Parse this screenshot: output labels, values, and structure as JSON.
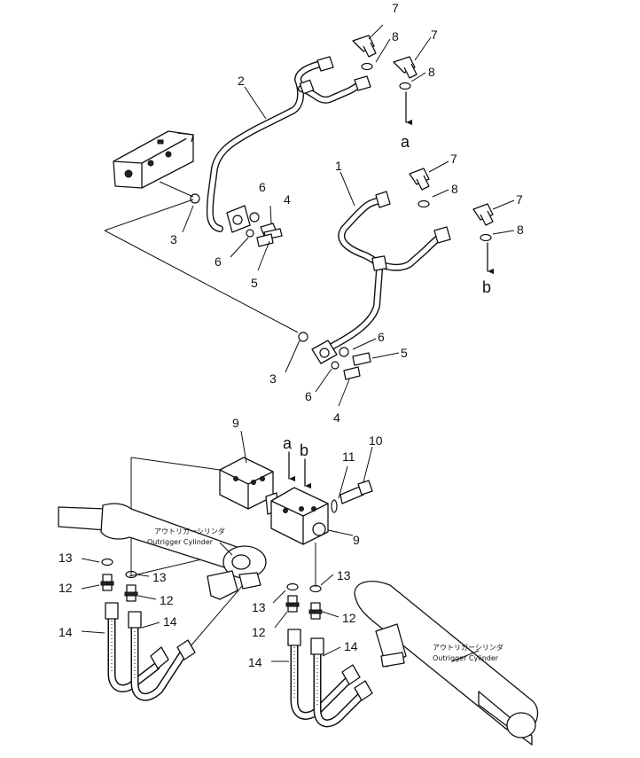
{
  "labels": {
    "p1": "1",
    "p2": "2",
    "p3a": "3",
    "p3b": "3",
    "p4a": "4",
    "p4b": "4",
    "p5a": "5",
    "p5b": "5",
    "p6a": "6",
    "p6b": "6",
    "p6c": "6",
    "p6d": "6",
    "p7a": "7",
    "p7b": "7",
    "p7c": "7",
    "p7d": "7",
    "p8a": "8",
    "p8b": "8",
    "p8c": "8",
    "p8d": "8",
    "p9a": "9",
    "p9b": "9",
    "p10": "10",
    "p11": "11",
    "p12a": "12",
    "p12b": "12",
    "p12c": "12",
    "p12d": "12",
    "p13a": "13",
    "p13b": "13",
    "p13c": "13",
    "p13d": "13",
    "p14a": "14",
    "p14b": "14",
    "p14c": "14",
    "p14d": "14",
    "arrow_a": "a",
    "arrow_b": "b",
    "block_a": "a",
    "block_b": "b"
  },
  "cylinder_left": {
    "jp": "アウトリガーシリンダ",
    "en": "Outrigger Cylinder"
  },
  "cylinder_right": {
    "jp": "アウトリガーシリンダ",
    "en": "Outrigger Cylinder"
  }
}
